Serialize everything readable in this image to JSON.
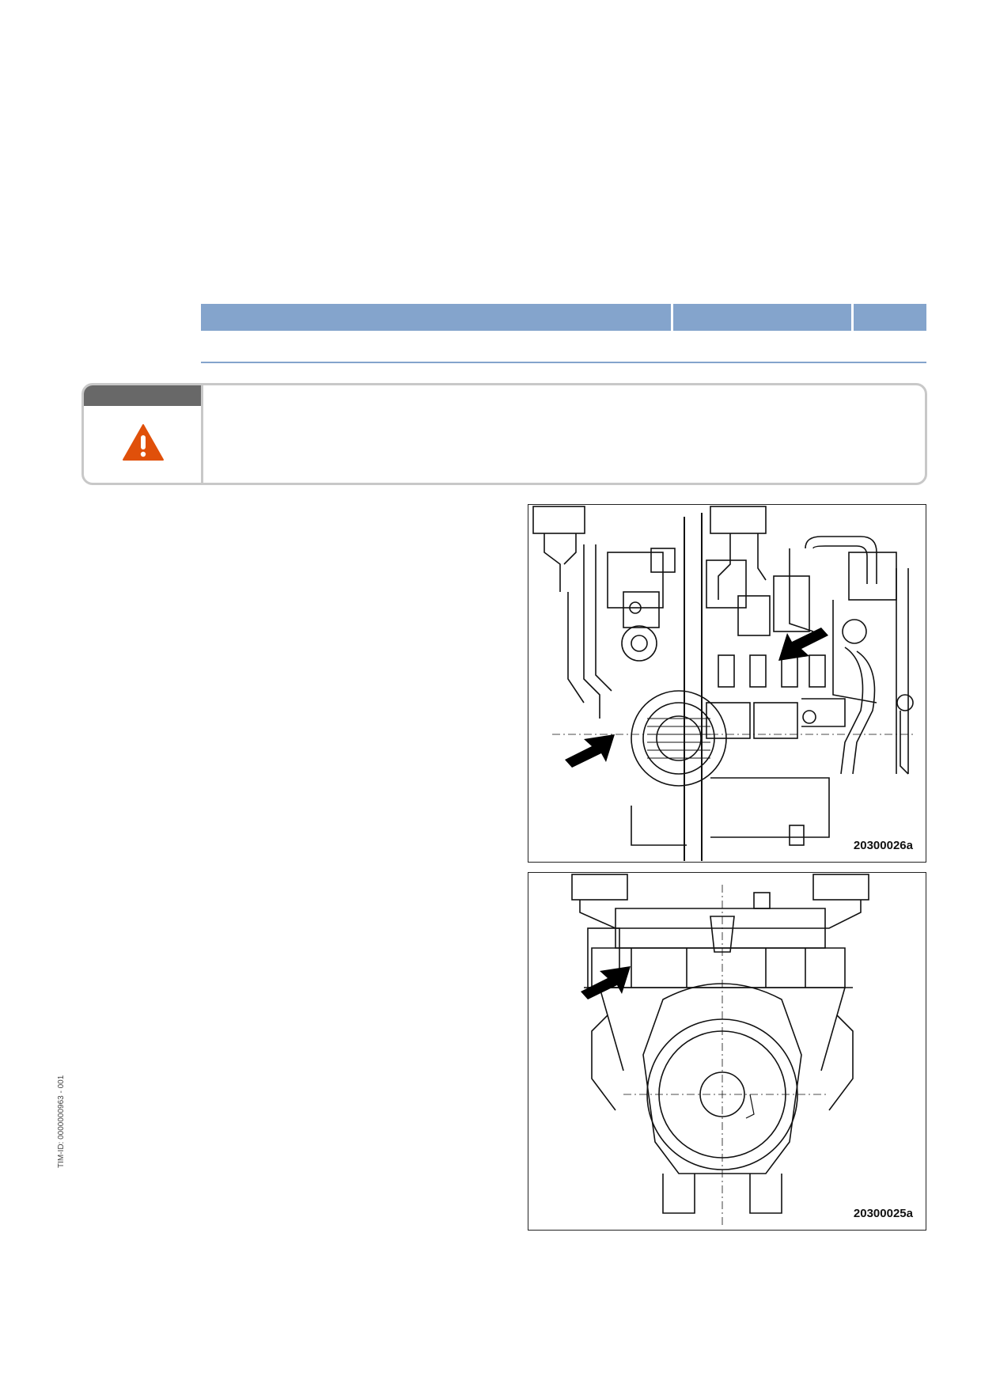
{
  "table": {
    "columns": [
      "",
      "",
      ""
    ]
  },
  "warning": {
    "icon": "warning-triangle-icon",
    "icon_color": "#e0500a",
    "header_color": "#686868",
    "text": ""
  },
  "figures": [
    {
      "label": "20300026a",
      "arrows": 2
    },
    {
      "label": "20300025a",
      "arrows": 1
    }
  ],
  "footer": {
    "tim_id": "TIM-ID: 0000000963 - 001"
  },
  "colors": {
    "table_header": "#84a4cc",
    "border": "#c8c8c8"
  }
}
